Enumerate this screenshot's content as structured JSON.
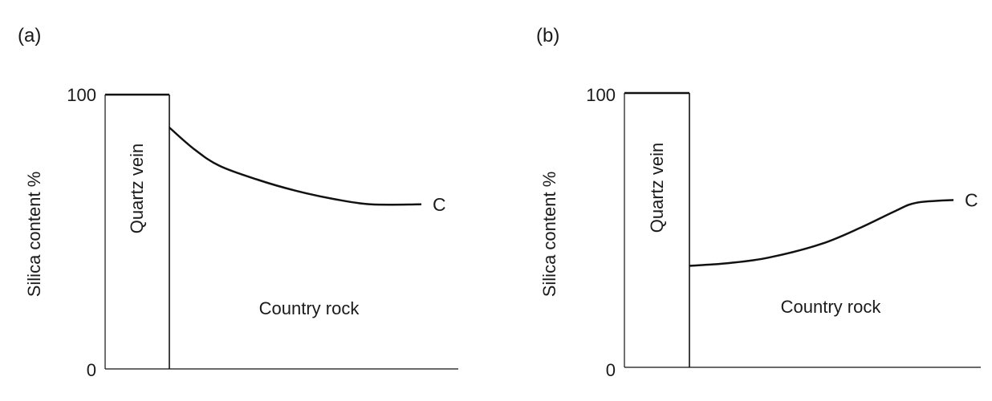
{
  "chart_data": [
    {
      "type": "line",
      "panel_label": "(a)",
      "title": "",
      "xlabel": "",
      "ylabel": "Silica content %",
      "ylim": [
        0,
        100
      ],
      "y_ticks": [
        "100",
        "0"
      ],
      "vein_label": "Quartz vein",
      "region_label": "Country rock",
      "series": [
        {
          "name": "C",
          "points": [
            [
              0,
              88
            ],
            [
              0.1,
              80
            ],
            [
              0.2,
              74
            ],
            [
              0.35,
              69
            ],
            [
              0.5,
              65
            ],
            [
              0.65,
              62
            ],
            [
              0.8,
              60
            ],
            [
              1.0,
              60
            ]
          ]
        }
      ]
    },
    {
      "type": "line",
      "panel_label": "(b)",
      "title": "",
      "xlabel": "",
      "ylabel": "Silica content %",
      "ylim": [
        0,
        100
      ],
      "y_ticks": [
        "100",
        "0"
      ],
      "vein_label": "Quartz vein",
      "region_label": "Country rock",
      "series": [
        {
          "name": "C",
          "points": [
            [
              0,
              37
            ],
            [
              0.15,
              38
            ],
            [
              0.3,
              40
            ],
            [
              0.5,
              45
            ],
            [
              0.65,
              51
            ],
            [
              0.78,
              57
            ],
            [
              0.86,
              60
            ],
            [
              1.0,
              61
            ]
          ]
        }
      ]
    }
  ]
}
